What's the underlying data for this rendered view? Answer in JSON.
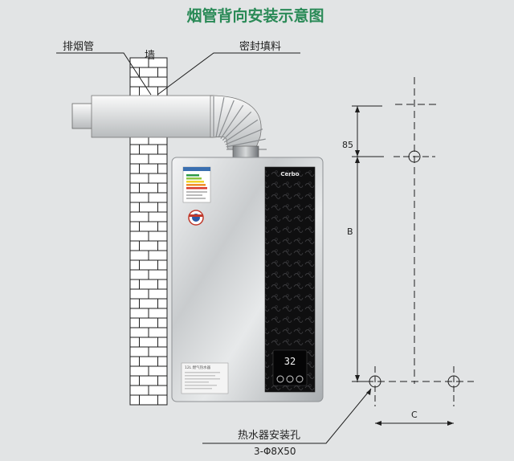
{
  "title": "烟管背向安装示意图",
  "labels": {
    "flue_pipe": "排烟管",
    "wall": "墙",
    "sealant": "密封填料",
    "heater_holes": "热水器安装孔",
    "hole_spec": "3-Φ8X50"
  },
  "dimensions": {
    "d85": "85",
    "dB": "B",
    "dC": "C"
  },
  "heater": {
    "brand": "Cerbo",
    "display_value": "32",
    "capacity_text": "12L 燃气热水器"
  },
  "colors": {
    "title": "#2a8a57",
    "background": "#e2e4e5",
    "line": "#1e1e1e"
  }
}
